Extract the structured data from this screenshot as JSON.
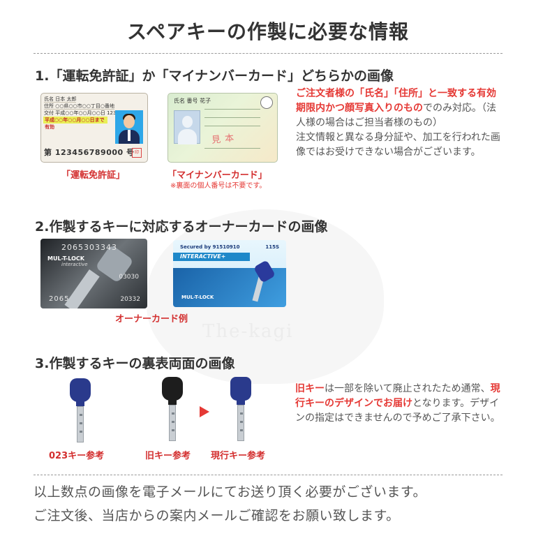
{
  "title": "スペアキーの作製に必要な情報",
  "watermark": "The-kagi",
  "section1": {
    "heading": "1.「運転免許証」か「マイナンバーカード」どちらかの画像",
    "license_caption": "「運転免許証」",
    "mynumber_caption": "「マイナンバーカード」",
    "mynumber_note": "※裏面の個人番号は不要です。",
    "license_card": {
      "name": "氏名 日本 太郎",
      "address": "住所 ○○県○○市○○丁目○番地",
      "issue": "交付 平成○○年○○月○○日 12345",
      "valid": "平成○○年○○月○○日まで有効",
      "number": "第 123456789000 号"
    },
    "mynumber_card": {
      "name": "氏名 番号 花子",
      "stamp": "見本"
    },
    "info_emph": "ご注文者様の「氏名」「住所」と一致する有効期限内かつ顔写真入りのもの",
    "info_rest1": "でのみ対応。（法人様の場合はご担当者様のもの）",
    "info_rest2": "注文情報と異なる身分証や、加工を行われた画像ではお受けできない場合がございます。"
  },
  "section2": {
    "heading": "2.作製するキーに対応するオーナーカードの画像",
    "caption": "オーナーカード例",
    "card1": {
      "top_number": "2065303343",
      "logo": "MUL-T-LOCK",
      "logo_sub": "interactive",
      "side_number": "03030",
      "bottom_number": "2065",
      "side_number2": "20332"
    },
    "card2": {
      "secured": "Secured by 91510910",
      "code": "115S",
      "band": "INTERACTIVE+",
      "logo": "MUL-T-LOCK"
    }
  },
  "section3": {
    "heading": "3.作製するキーの裏表両面の画像",
    "caption_023": "023キー参考",
    "caption_old": "旧キー参考",
    "caption_current": "現行キー参考",
    "info_a": "旧キー",
    "info_b": "は一部を除いて廃止されたため通常、",
    "info_c": "現行キーのデザインでお届け",
    "info_d": "となります。デザインの指定はできませんので予めご了承下さい。"
  },
  "footer": {
    "line1": "以上数点の画像を電子メールにてお送り頂く必要がございます。",
    "line2": "ご注文後、当店からの案内メールご確認をお願い致します。"
  },
  "colors": {
    "accent_red": "#e53935",
    "key_blue": "#2a3a8c",
    "key_black": "#1d1d1d",
    "license_band": "#e9f056"
  }
}
